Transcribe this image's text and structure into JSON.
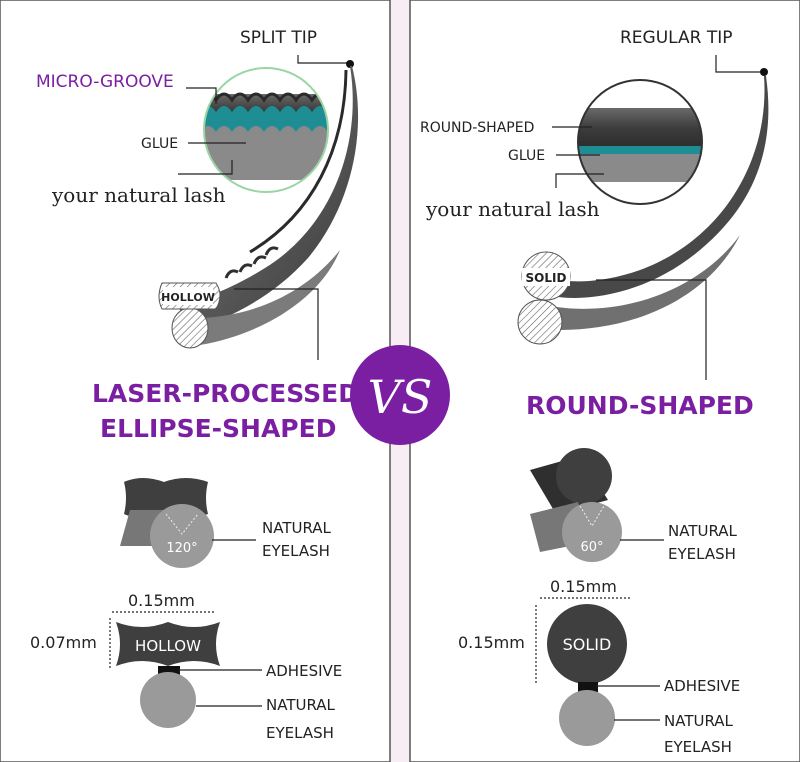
{
  "left": {
    "tip_label": "SPLIT TIP",
    "groove_label": "MICRO-GROOVE",
    "glue_label": "GLUE",
    "natural_label": "your natural lash",
    "cross_section_label": "HOLLOW",
    "title_line1": "LASER-PROCESSED",
    "title_line2": "ELLIPSE-SHAPED",
    "angle_label": "120°",
    "natural_eyelash_1": "NATURAL",
    "natural_eyelash_2": "EYELASH",
    "width_label": "0.15mm",
    "height_label": "0.07mm",
    "shape_label": "HOLLOW",
    "adhesive_label": "ADHESIVE",
    "natural_eyelash_b1": "NATURAL",
    "natural_eyelash_b2": "EYELASH"
  },
  "vs_label": "VS",
  "right": {
    "tip_label": "REGULAR TIP",
    "round_label": "ROUND-SHAPED",
    "glue_label": "GLUE",
    "natural_label": "your natural lash",
    "cross_section_label": "SOLID",
    "title": "ROUND-SHAPED",
    "angle_label": "60°",
    "natural_eyelash_1": "NATURAL",
    "natural_eyelash_2": "EYELASH",
    "width_label": "0.15mm",
    "height_label": "0.15mm",
    "shape_label": "SOLID",
    "adhesive_label": "ADHESIVE",
    "natural_eyelash_b1": "NATURAL",
    "natural_eyelash_b2": "EYELASH"
  },
  "colors": {
    "purple": "#7a1fa2",
    "glue_teal": "#1f8e94",
    "lash_dark": "#444444",
    "lash_gray": "#8a8a8a"
  }
}
